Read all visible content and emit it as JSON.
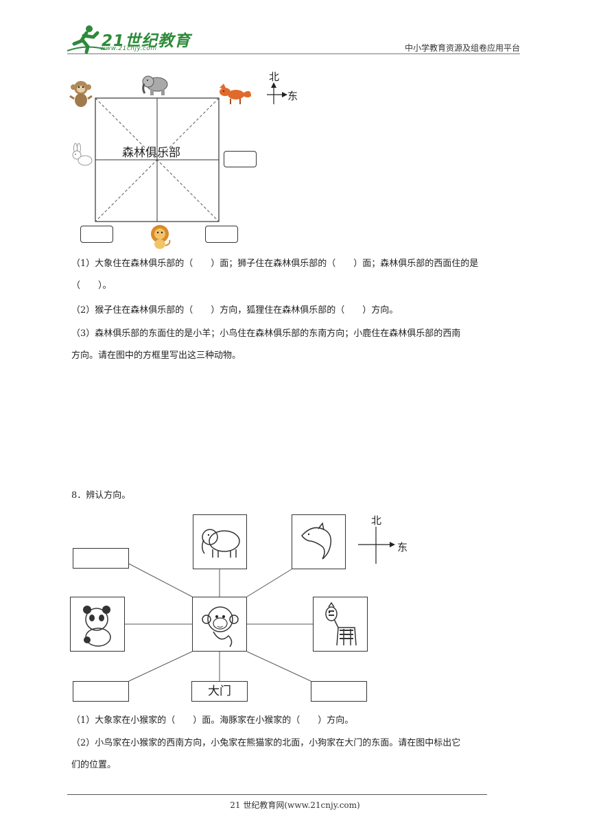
{
  "header": {
    "logo_text": "21世纪教育",
    "logo_url": "www.21cnjy.com",
    "right_text": "中小学教育资源及组卷应用平台"
  },
  "figure1": {
    "center_label": "森林俱乐部",
    "compass_north": "北",
    "compass_east": "东",
    "animals": [
      "monkey-icon",
      "elephant-icon",
      "fox-icon",
      "rabbit-icon",
      "lion-icon"
    ]
  },
  "question7": {
    "line1": "（1）大象住在森林俱乐部的（　　）面；狮子住在森林俱乐部的（　　）面；森林俱乐部的西面住的是",
    "line1b": "（　　）。",
    "line2": "（2）猴子住在森林俱乐部的（　　）方向，狐狸住在森林俱乐部的（　　）方向。",
    "line3": "（3）森林俱乐部的东面住的是小羊；小鸟住在森林俱乐部的东南方向；小鹿住在森林俱乐部的西南",
    "line3b": "方向。请在图中的方框里写出这三种动物。"
  },
  "question8": {
    "title": "8．辨认方向。",
    "compass_north": "北",
    "compass_east": "东",
    "gate_label": "大门",
    "line1": "（1）大象家在小猴家的（　　）面。海豚家在小猴家的（　　）方向。",
    "line2": "（2）小鸟家在小猴家的西南方向，小兔家在熊猫家的北面，小狗家在大门的东面。请在图中标出它",
    "line2b": "们的位置。"
  },
  "footer": {
    "text": "21 世纪教育网(www.21cnjy.com)"
  }
}
